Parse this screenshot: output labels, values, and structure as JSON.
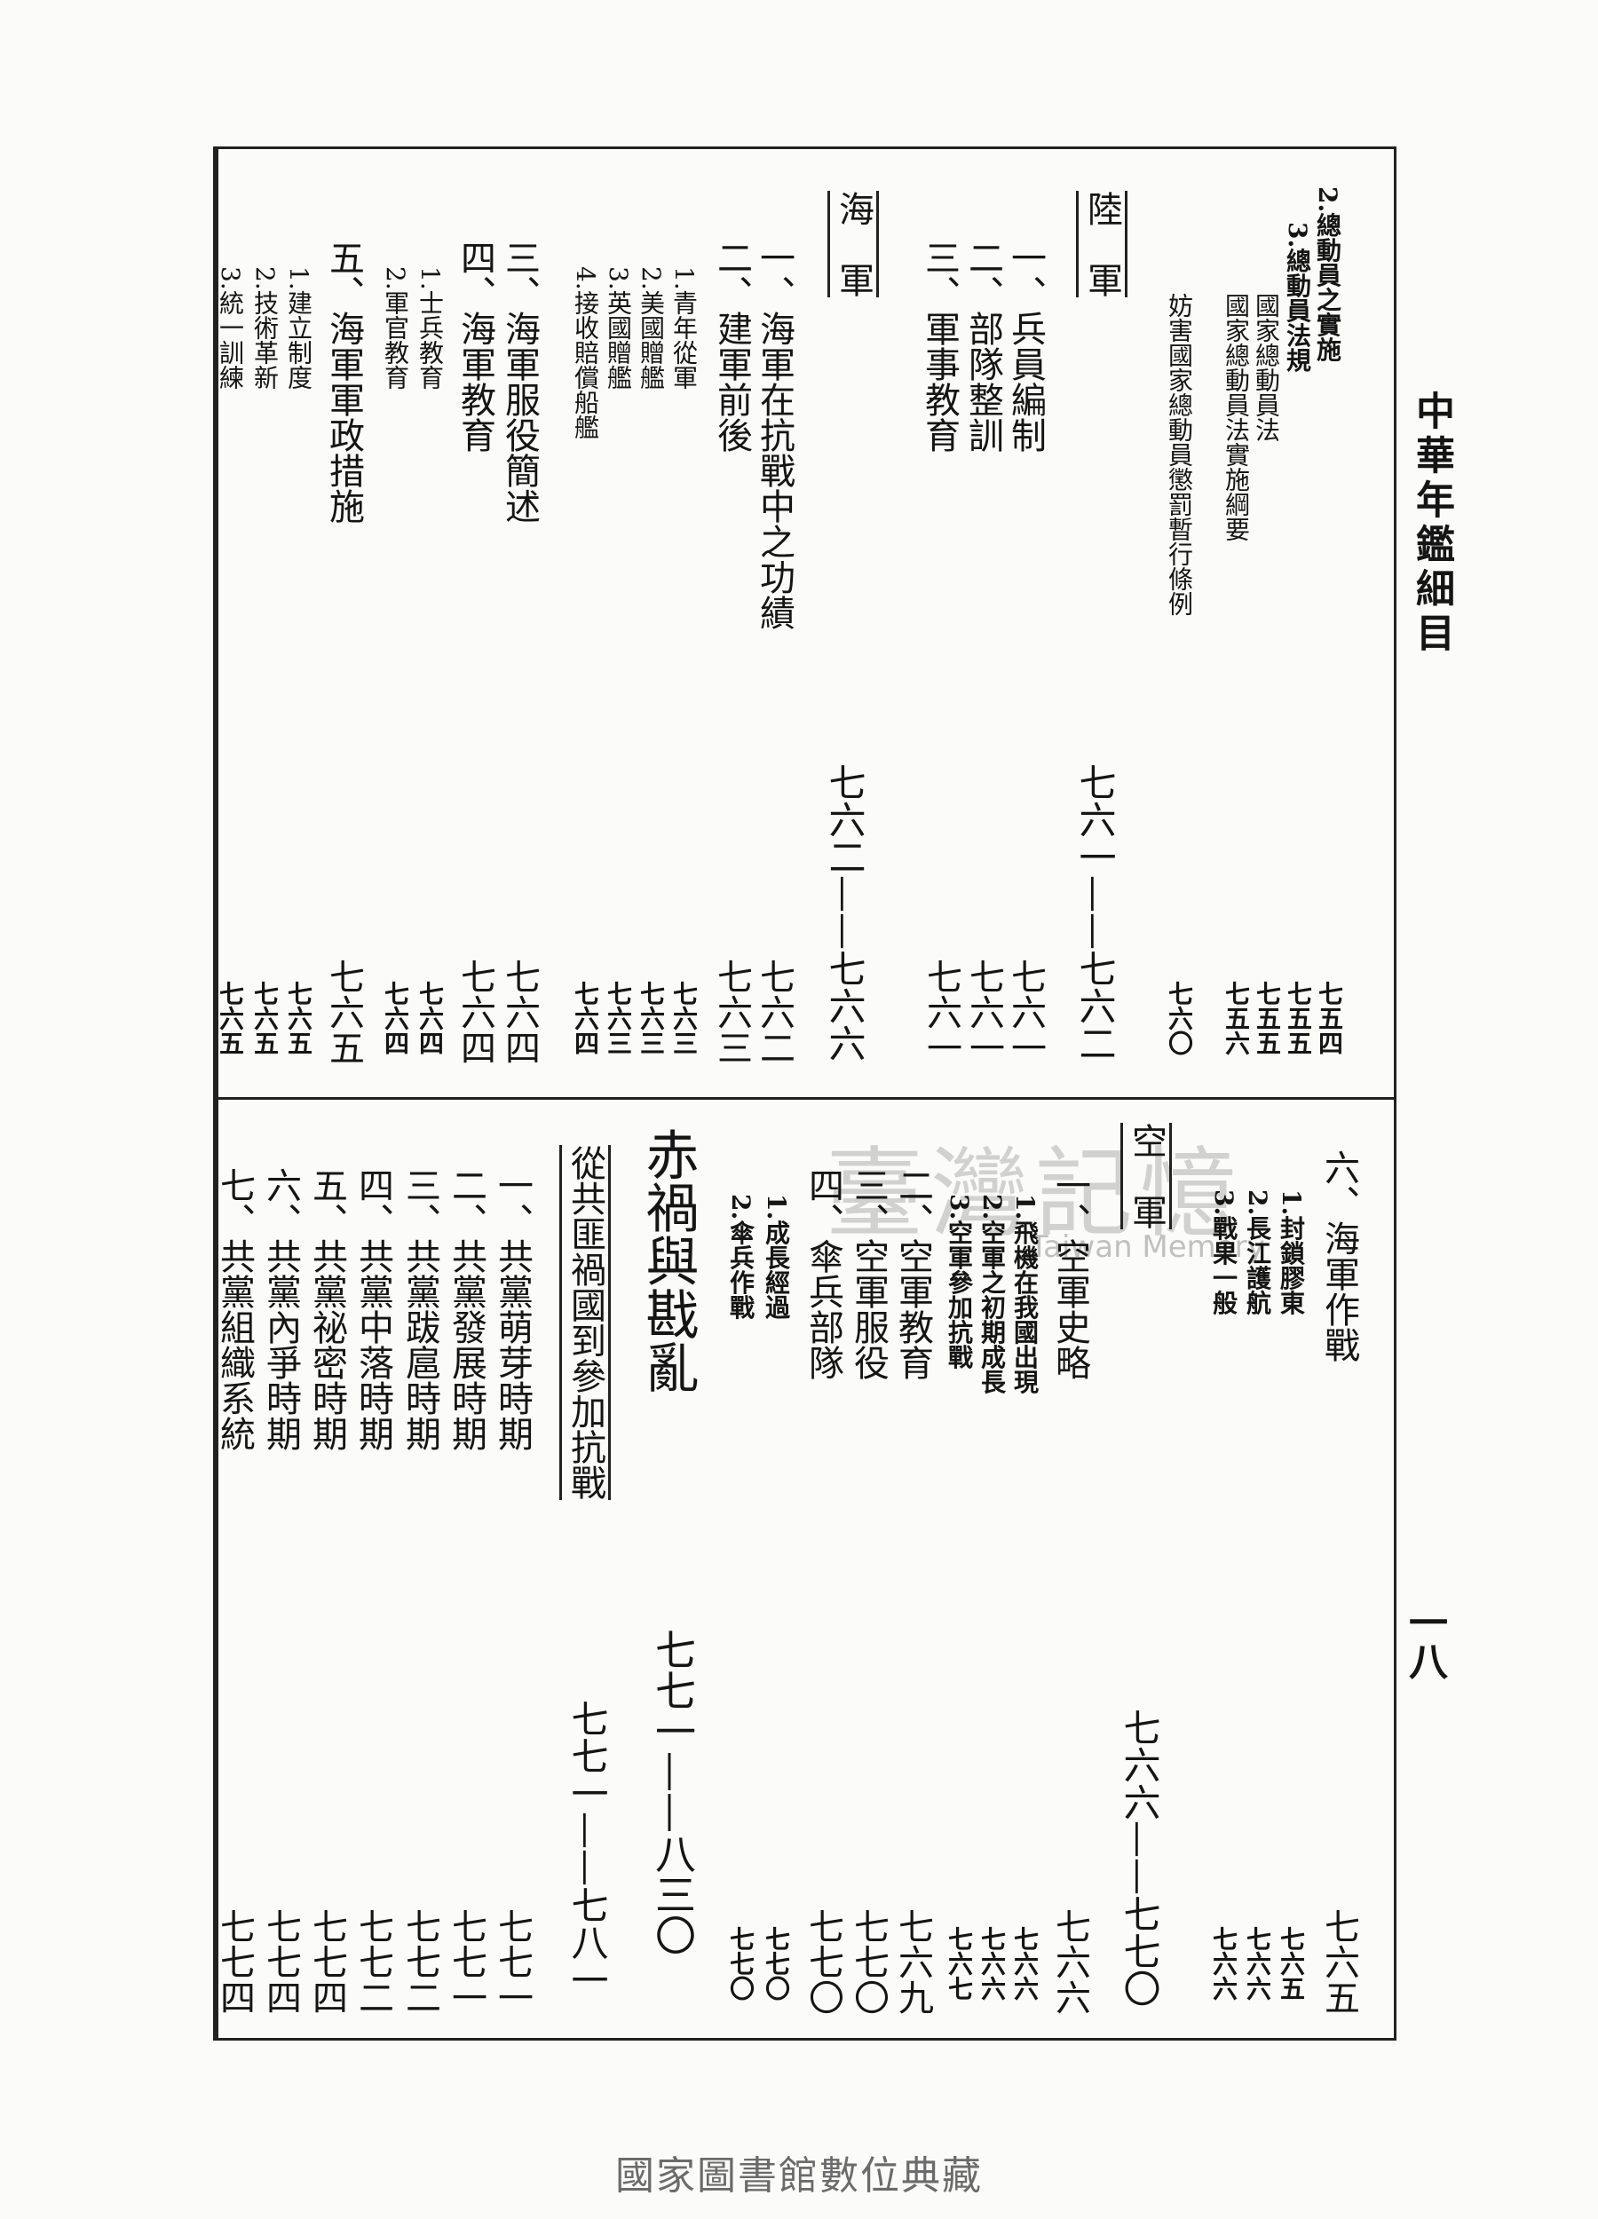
{
  "header": "中華年鑑細目",
  "page_number": "一八",
  "footer": "國家圖書館數位典藏",
  "watermark": {
    "main": "臺灣記憶",
    "sub": "Taiwan Memory"
  },
  "upper": [
    {
      "t": "2.總動員之實施",
      "p": "七五四"
    },
    {
      "t": "3.總動員法規",
      "p": "七五五"
    },
    {
      "t": "國家總動員法",
      "p": "七五五"
    },
    {
      "t": "國家總動員法實施綱要",
      "p": "七五六"
    },
    {
      "t": "妨害國家總動員懲罰暫行條例",
      "p": "七六〇"
    },
    {
      "t": "陸　軍",
      "r": "七六一——七六二"
    },
    {
      "t": "一、兵員編制",
      "p": "七六一"
    },
    {
      "t": "二、部隊整訓",
      "p": "七六一"
    },
    {
      "t": "三、軍事教育",
      "p": "七六一"
    },
    {
      "t": "海　軍",
      "r": "七六二——七六六"
    },
    {
      "t": "一、海軍在抗戰中之功績",
      "p": "七六二"
    },
    {
      "t": "二、建軍前後",
      "p": "七六三"
    },
    {
      "t": "1.青年從軍",
      "p": "七六三"
    },
    {
      "t": "2.美國贈艦",
      "p": "七六三"
    },
    {
      "t": "3.英國贈艦",
      "p": "七六三"
    },
    {
      "t": "4.接收賠償船艦",
      "p": "七六四"
    },
    {
      "t": "三、海軍服役簡述",
      "p": "七六四"
    },
    {
      "t": "四、海軍教育",
      "p": "七六四"
    },
    {
      "t": "1.士兵教育",
      "p": "七六四"
    },
    {
      "t": "2.軍官教育",
      "p": "七六四"
    },
    {
      "t": "五、海軍軍政措施",
      "p": "七六五"
    },
    {
      "t": "1.建立制度",
      "p": "七六五"
    },
    {
      "t": "2.技術革新",
      "p": "七六五"
    },
    {
      "t": "3.統一訓練",
      "p": "七六五"
    }
  ],
  "lower": [
    {
      "t": "六、海軍作戰",
      "p": "七六五"
    },
    {
      "t": "1.封鎖膠東",
      "p": "七六五"
    },
    {
      "t": "2.長江護航",
      "p": "七六六"
    },
    {
      "t": "3.戰果一般",
      "p": "七六六"
    },
    {
      "t": "空　軍",
      "r": "七六六——七七〇"
    },
    {
      "t": "一、空軍史略",
      "p": "七六六"
    },
    {
      "t": "1.飛機在我國出現",
      "p": "七六六"
    },
    {
      "t": "2.空軍之初期成長",
      "p": "七六六"
    },
    {
      "t": "3.空軍參加抗戰",
      "p": "七六七"
    },
    {
      "t": "二、空軍教育",
      "p": "七六九"
    },
    {
      "t": "三、空軍服役",
      "p": "七七〇"
    },
    {
      "t": "四、傘兵部隊",
      "p": "七七〇"
    },
    {
      "t": "1.成長經過",
      "p": "七七〇"
    },
    {
      "t": "2.傘兵作戰",
      "p": "七七〇"
    },
    {
      "t": "赤禍與戡亂",
      "r": "七七一——八三〇"
    },
    {
      "t": "從共匪禍國到參加抗戰",
      "r": "七七一——七八一"
    },
    {
      "t": "一、共黨萌芽時期",
      "p": "七七一"
    },
    {
      "t": "二、共黨發展時期",
      "p": "七七一"
    },
    {
      "t": "三、共黨跋扈時期",
      "p": "七七二"
    },
    {
      "t": "四、共黨中落時期",
      "p": "七七二"
    },
    {
      "t": "五、共黨祕密時期",
      "p": "七七四"
    },
    {
      "t": "六、共黨內爭時期",
      "p": "七七四"
    },
    {
      "t": "七、共黨組織系統",
      "p": "七七四"
    }
  ]
}
